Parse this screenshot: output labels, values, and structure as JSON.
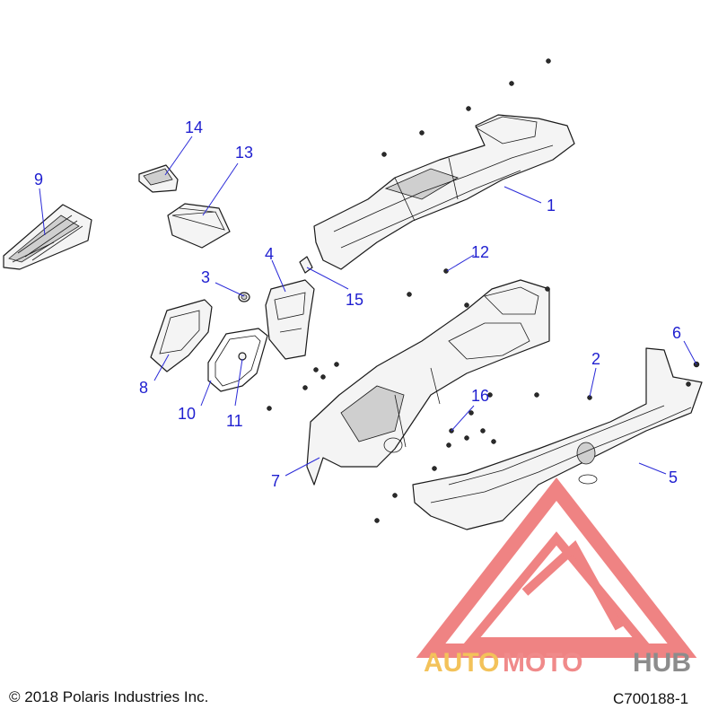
{
  "diagram": {
    "callouts": [
      {
        "label": "1"
      },
      {
        "label": "2"
      },
      {
        "label": "3"
      },
      {
        "label": "4"
      },
      {
        "label": "5"
      },
      {
        "label": "6"
      },
      {
        "label": "7"
      },
      {
        "label": "8"
      },
      {
        "label": "9"
      },
      {
        "label": "10"
      },
      {
        "label": "11"
      },
      {
        "label": "12"
      },
      {
        "label": "13"
      },
      {
        "label": "14"
      },
      {
        "label": "15"
      },
      {
        "label": "16"
      }
    ],
    "copyright": "© 2018 Polaris Industries Inc.",
    "drawing_number": "C700188-1"
  },
  "watermark": {
    "part1": "AUTO",
    "part2": "MOTO",
    "part3": "HUB",
    "colors": {
      "auto": "#f3c25a",
      "moto": "#f08a8a",
      "hub": "#8c8c8c",
      "logo": "#ea5a5a"
    }
  },
  "colors": {
    "callout": "#1f1fd0",
    "leader": "#2b2bd8",
    "line_art": "#1a1a1a"
  }
}
